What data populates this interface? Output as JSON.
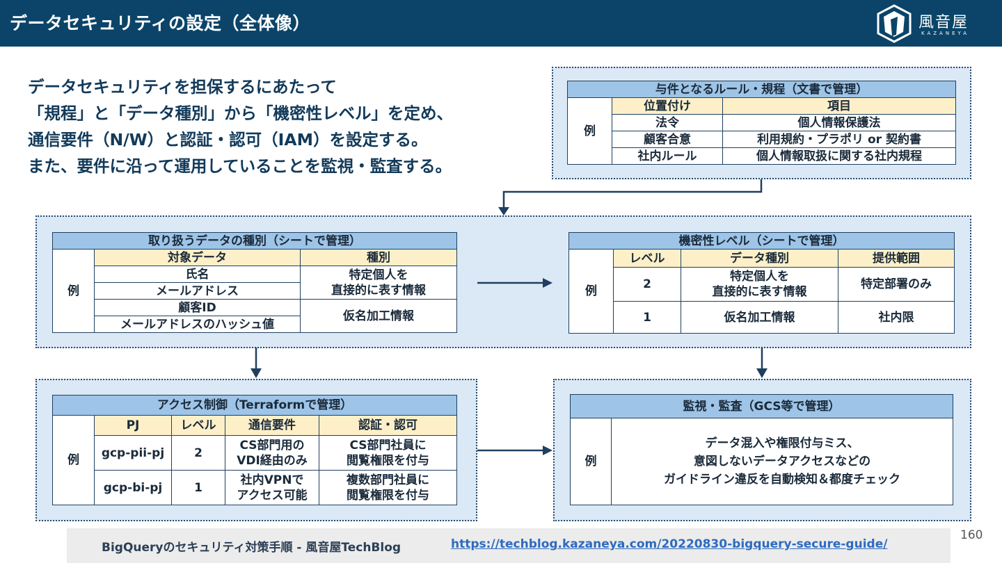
{
  "header": {
    "title": "データセキュリティの設定（全体像）",
    "logo_text": "風音屋",
    "logo_sub": "KAZANEYA"
  },
  "intro": {
    "lines": [
      "データセキュリティを担保するにあたって",
      "「規程」と「データ種別」から「機密性レベル」を定め、",
      "通信要件（N/W）と認証・認可（IAM）を設定する。",
      "また、要件に沿って運用していることを監視・監査する。"
    ]
  },
  "rules_table": {
    "title": "与件となるルール・規程（文書で管理）",
    "example_label": "例",
    "headers": [
      "位置付け",
      "項目"
    ],
    "rows": [
      [
        "法令",
        "個人情報保護法"
      ],
      [
        "顧客合意",
        "利用規約・プラポリ or 契約書"
      ],
      [
        "社内ルール",
        "個人情報取扱に関する社内規程"
      ]
    ]
  },
  "data_types_table": {
    "title": "取り扱うデータの種別（シートで管理）",
    "example_label": "例",
    "headers": [
      "対象データ",
      "種別"
    ],
    "rows": [
      [
        "氏名",
        "メールアドレス",
        "特定個人を\n直接的に表す情報"
      ],
      [
        "顧客ID",
        "メールアドレスのハッシュ値",
        "仮名加工情報"
      ]
    ]
  },
  "confidentiality_table": {
    "title": "機密性レベル（シートで管理）",
    "example_label": "例",
    "headers": [
      "レベル",
      "データ種別",
      "提供範囲"
    ],
    "rows": [
      [
        "2",
        "特定個人を\n直接的に表す情報",
        "特定部署のみ"
      ],
      [
        "1",
        "仮名加工情報",
        "社内限"
      ]
    ]
  },
  "access_table": {
    "title": "アクセス制御（Terraformで管理）",
    "example_label": "例",
    "headers": [
      "PJ",
      "レベル",
      "通信要件",
      "認証・認可"
    ],
    "rows": [
      [
        "gcp-pii-pj",
        "2",
        "CS部門用の\nVDI経由のみ",
        "CS部門社員に\n閲覧権限を付与"
      ],
      [
        "gcp-bi-pj",
        "1",
        "社内VPNで\nアクセス可能",
        "複数部門社員に\n閲覧権限を付与"
      ]
    ]
  },
  "audit_table": {
    "title": "監視・監査（GCS等で管理）",
    "example_label": "例",
    "body": "データ混入や権限付与ミス、\n意図しないデータアクセスなどの\nガイドライン違反を自動検知＆都度チェック"
  },
  "footer": {
    "text": "BigQueryのセキュリティ対策手順 - 風音屋TechBlog",
    "link": "https://techblog.kazaneya.com/20220830-bigquery-secure-guide/",
    "page_number": "160"
  },
  "colors": {
    "header_bg": "#0b4468",
    "panel_bg": "#dbe9f7",
    "table_title_bg": "#9ec4e7",
    "table_head_bg": "#fdf0c8",
    "arrow": "#1f3f5f",
    "link": "#2d6bbf"
  }
}
